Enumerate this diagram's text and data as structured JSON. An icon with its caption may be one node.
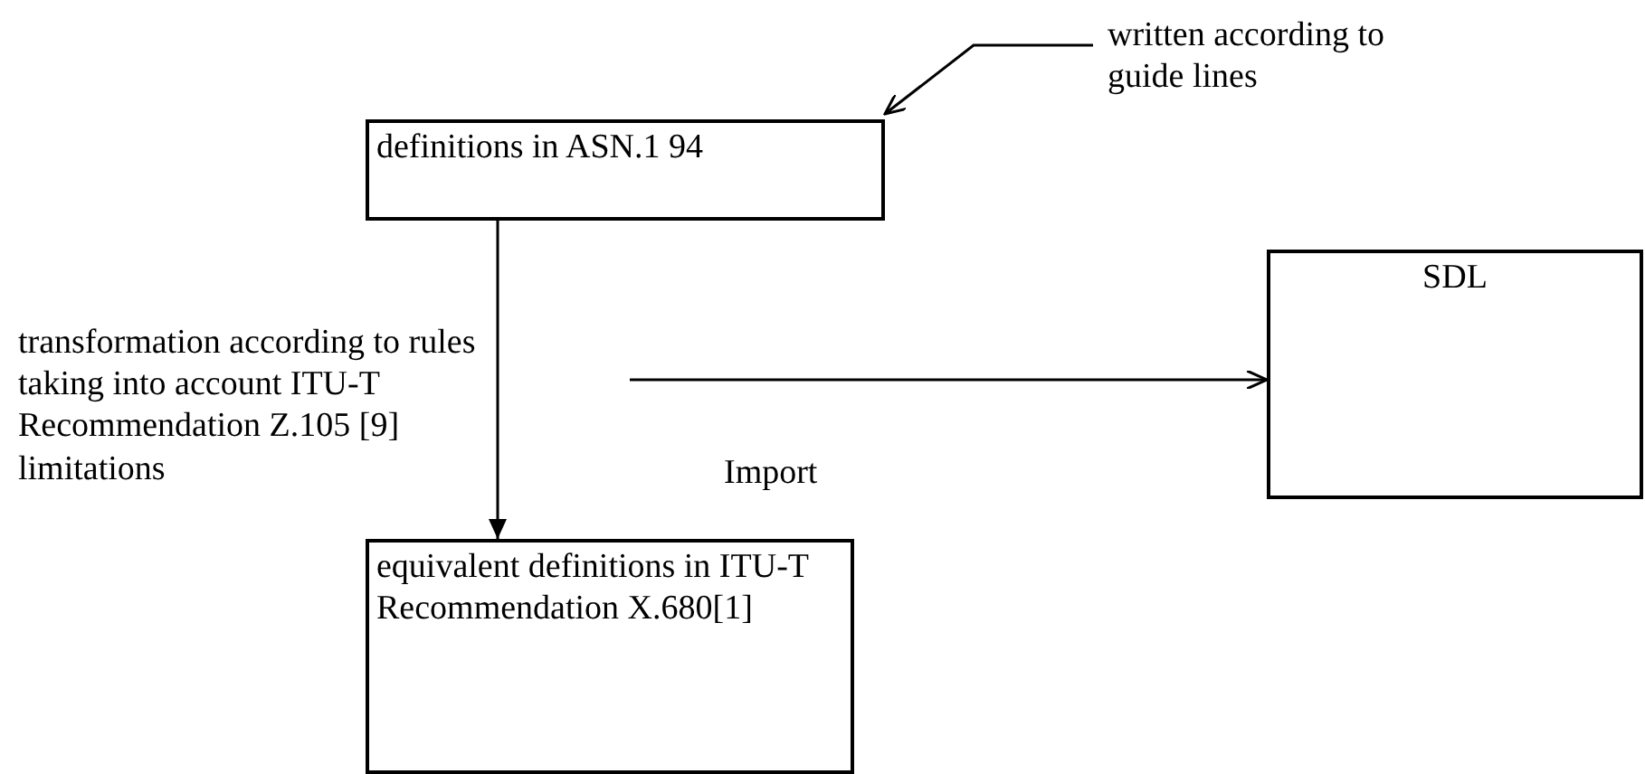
{
  "diagram": {
    "nodes": [
      {
        "text": [
          "definitions in ASN.1 94"
        ]
      },
      {
        "text": [
          "written according to guide lines"
        ]
      },
      {
        "text": [
          "SDL"
        ]
      },
      {
        "text": [
          "equivalent definitions in ITU-T Recommendation X.680[1]"
        ]
      }
    ],
    "edges": [
      {
        "from": 1,
        "to": 0,
        "arrow": "to"
      },
      {
        "from": 0,
        "to": 3,
        "arrow": "to",
        "label": "transformation according to rules taking into account ITU-T Recommendation Z.105 [9] limitations"
      },
      {
        "from": null,
        "to": 2,
        "arrow": "to",
        "label": "Import"
      }
    ]
  }
}
